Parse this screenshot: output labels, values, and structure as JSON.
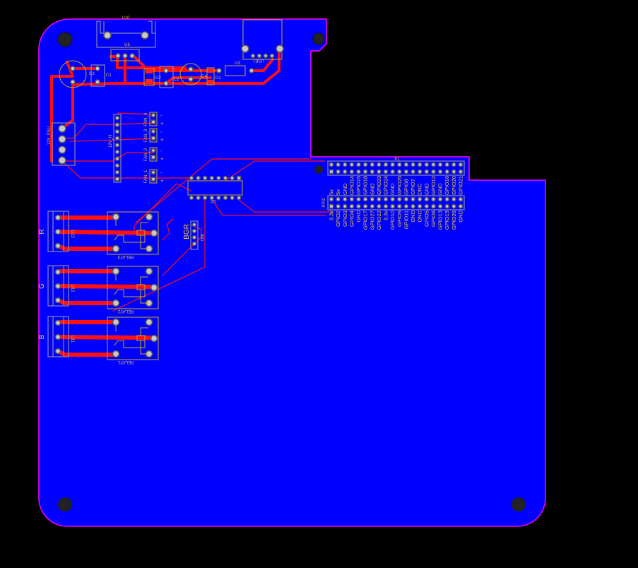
{
  "colors": {
    "board": "#0000ff",
    "outline": "#ff00ff",
    "trace": "#ff0000",
    "silkscreen": "#f0d020",
    "background": "#000000"
  },
  "components": {
    "u10": "U10",
    "u6": "U6",
    "usb1": "USB1",
    "u3": "U3",
    "c3": "C3",
    "c1": "C1",
    "d2": "D2",
    "c2": "C2",
    "c4": "C4",
    "d1": "D1",
    "psu": "12V_PSU",
    "header_12v": "12V_H",
    "fans": [
      "FAN_4",
      "FAN_3",
      "FAN_2",
      "FAN_1"
    ],
    "u2": "U2",
    "bgr": "BGR",
    "ind": "IND",
    "rpi2": "RPI2",
    "p1": "P1",
    "relays": [
      {
        "name": "RELAY3",
        "terminal": "U13",
        "color": "R"
      },
      {
        "name": "RELAY2",
        "terminal": "U12",
        "color": "G"
      },
      {
        "name": "RELAY1",
        "terminal": "U11",
        "color": "B"
      }
    ]
  },
  "gpio_top_labels": [
    "5v",
    "5v",
    "GND",
    "GPIO14",
    "GPIO15",
    "GPIO18",
    "GND",
    "GPIO23",
    "GPIO24",
    "GND",
    "GPIO25",
    "GPIO8",
    "GPIO7",
    "DNC",
    "GND",
    "GPIO12",
    "GND",
    "GPIO16",
    "GPIO20",
    "GPIO21"
  ],
  "gpio_bottom_labels": [
    "3.3v",
    "GPIO2",
    "GPIO3",
    "GPIO4",
    "GND",
    "GPIO17",
    "GPIO27",
    "GPIO22",
    "3.3v",
    "GPIO10",
    "GPIO9",
    "GPIO11",
    "GND",
    "DNC",
    "GPIO5",
    "GPIO6",
    "GPIO13",
    "GPIO19",
    "GPIO26",
    "GND"
  ],
  "polarity": {
    "plus": "+",
    "minus": "-"
  }
}
